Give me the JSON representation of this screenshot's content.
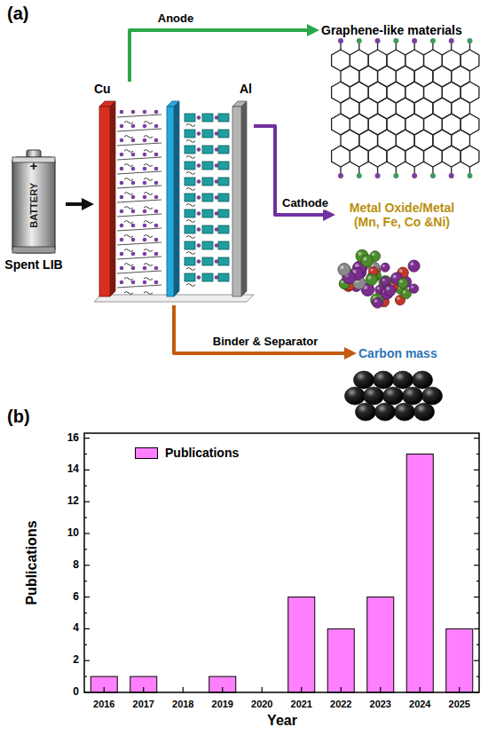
{
  "diagram": {
    "nodes": [
      {
        "text": [
          "+",
          "BATTERY",
          "Spent LIB"
        ]
      },
      {
        "text": [
          "Cu",
          "Al"
        ]
      },
      {
        "text": [
          "Graphene-like materials"
        ]
      },
      {
        "text": [
          "Metal Oxide/Metal (Mn, Fe, Co &Ni)"
        ]
      },
      {
        "text": [
          "Carbon mass"
        ]
      }
    ],
    "edges": [
      {
        "from": 0,
        "to": 1,
        "arrow": "to"
      },
      {
        "from": 1,
        "to": 2,
        "label": "Anode",
        "arrow": "to"
      },
      {
        "from": 1,
        "to": 3,
        "label": "Cathode",
        "arrow": "to"
      },
      {
        "from": 1,
        "to": 4,
        "label": "Binder & Separator",
        "arrow": "to"
      }
    ],
    "labels": [
      "(a)",
      "(b)",
      "0",
      "2",
      "4",
      "6",
      "8",
      "10",
      "12",
      "14",
      "16",
      "2016",
      "2017",
      "2018",
      "2019",
      "2020",
      "2021",
      "2022",
      "2023",
      "2024",
      "2025",
      "Publications",
      "Year"
    ],
    "legend": [
      {
        "text": "Publications",
        "color": "#ff80ff"
      }
    ]
  }
}
